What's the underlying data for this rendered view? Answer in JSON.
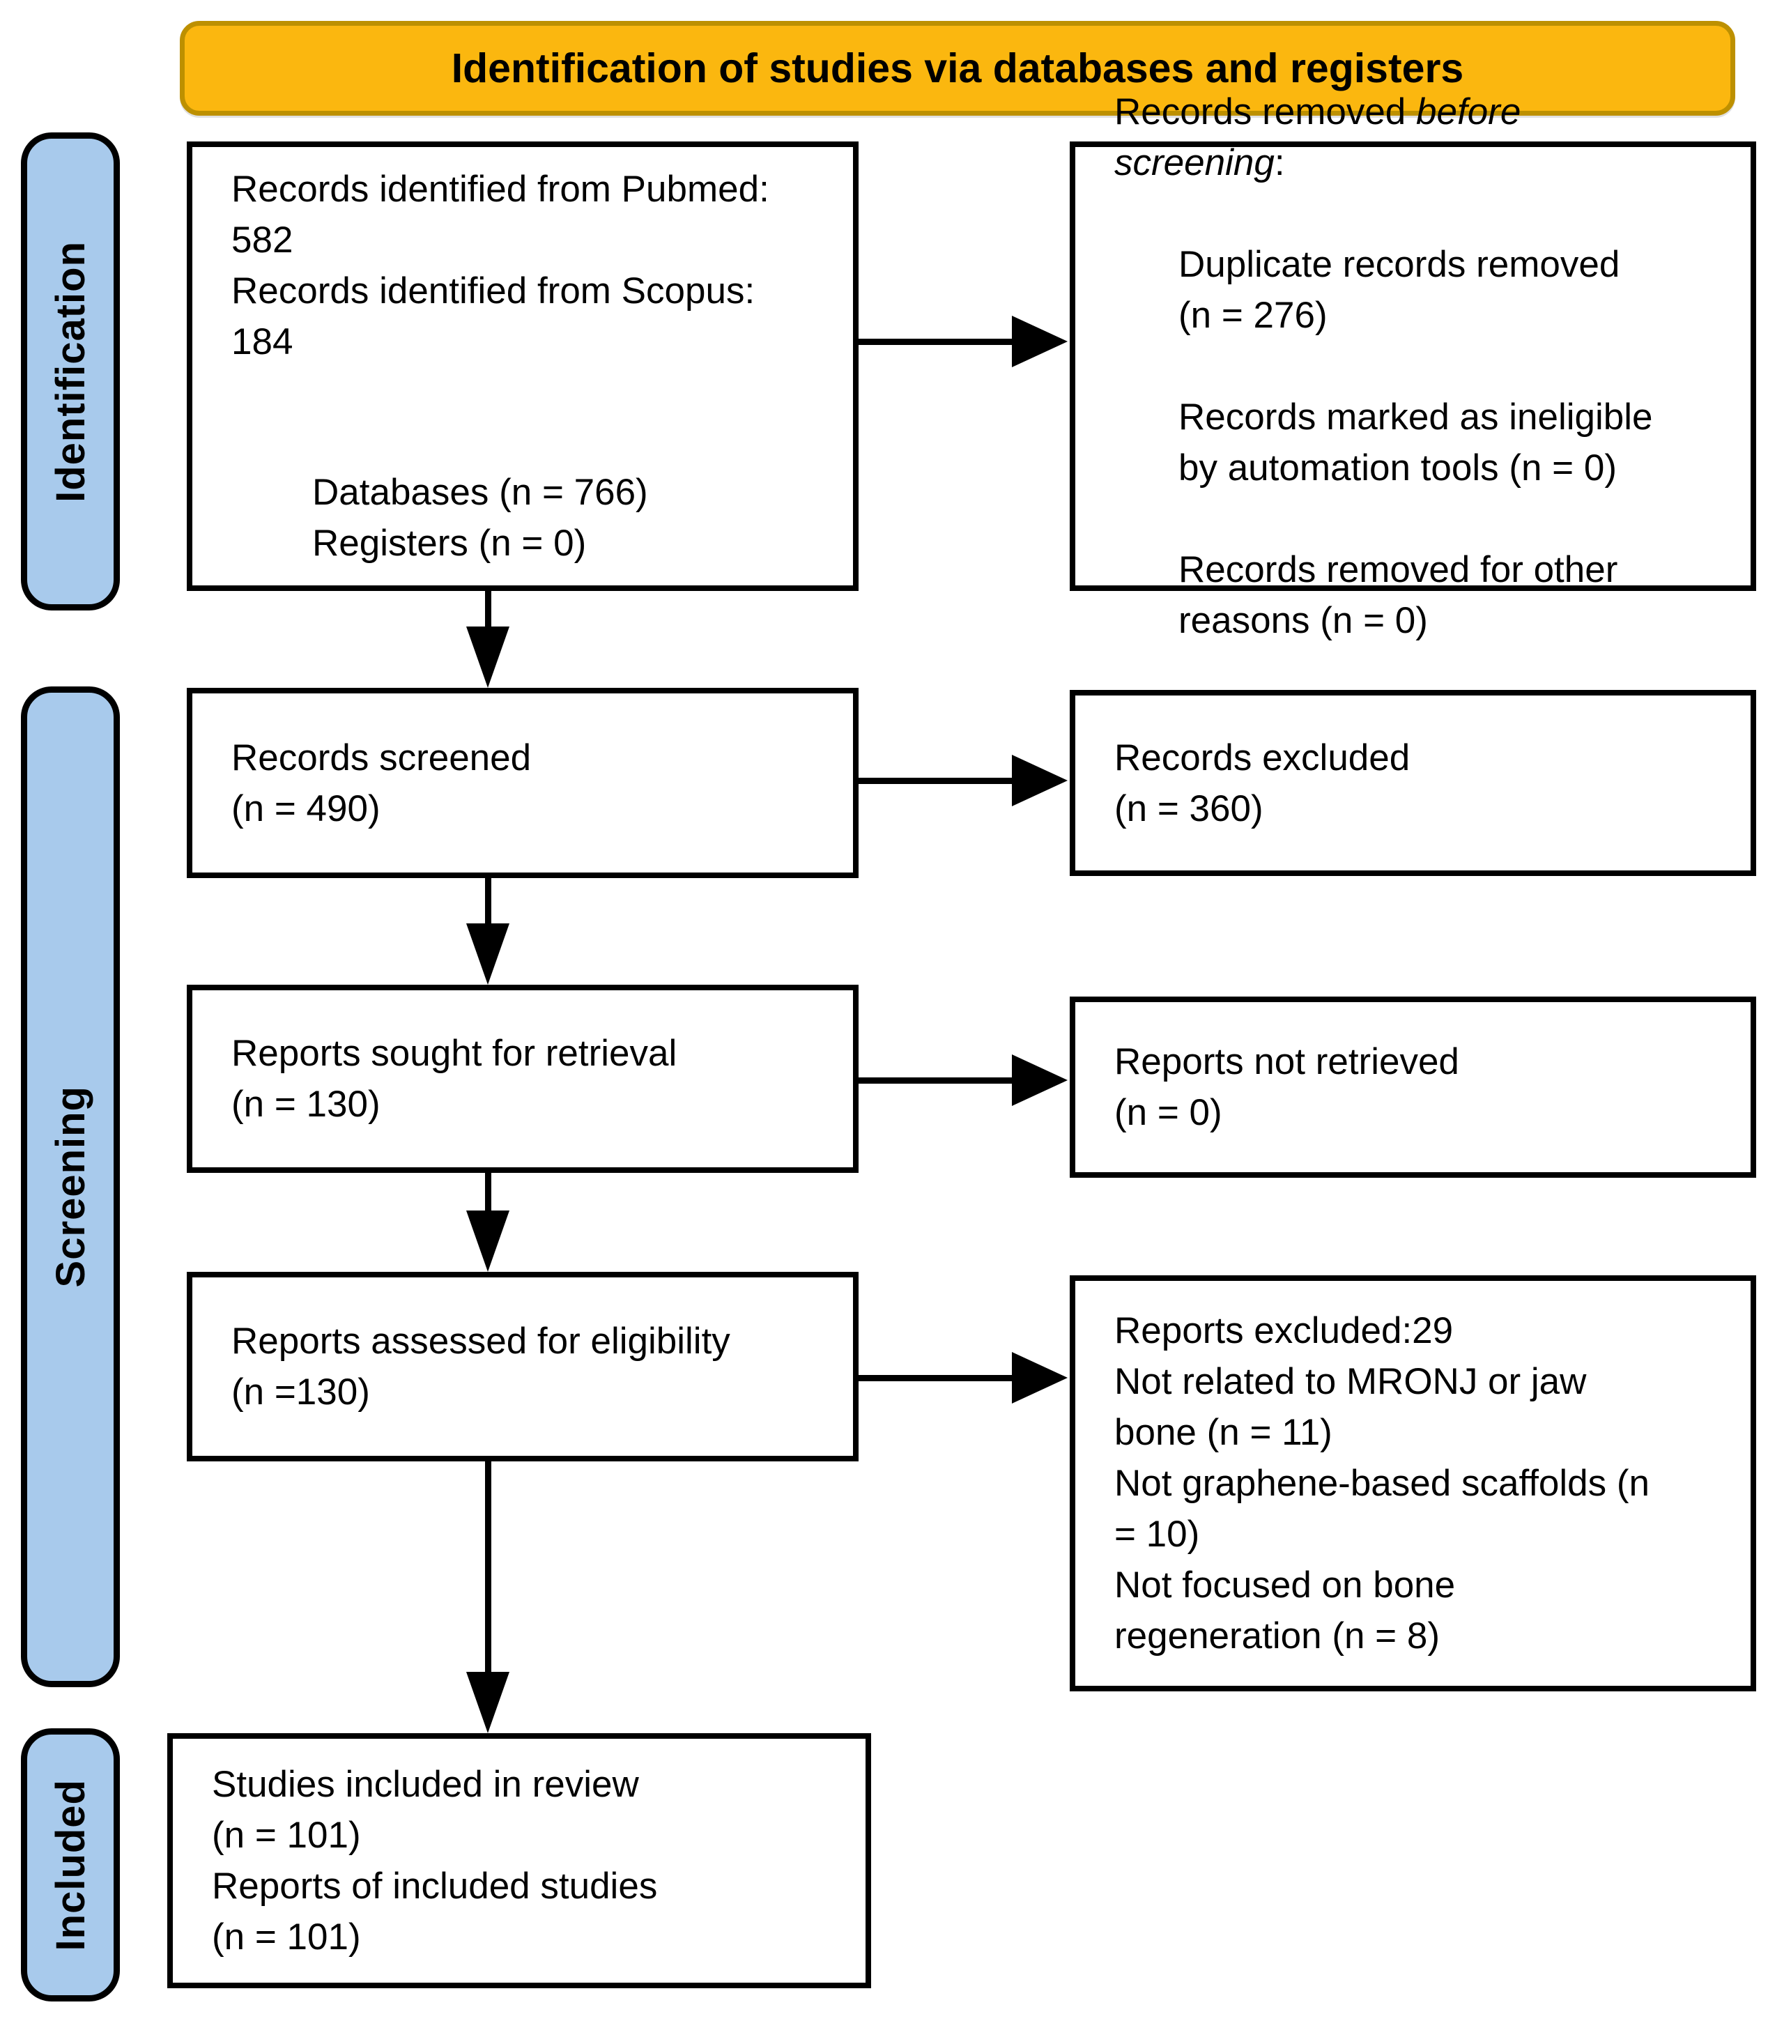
{
  "colors": {
    "banner_fill": "#FBB70F",
    "banner_border": "#BD9000",
    "bar_fill": "#A8CAEC",
    "line_color": "#000000"
  },
  "banner": {
    "title": "Identification of studies via databases and registers"
  },
  "sidebars": {
    "identification": "Identification",
    "screening": "Screening",
    "included": "Included"
  },
  "flow": {
    "records_identified": {
      "main": "Records identified from Pubmed:\n582\nRecords identified from Scopus:\n184",
      "sub": "Databases (n = 766)\nRegisters (n = 0)"
    },
    "records_removed": {
      "lead": "Records removed ",
      "lead_italic": "before\nscreening",
      "lead_colon": ":",
      "items": [
        "Duplicate records removed\n(n = 276)",
        "Records marked as ineligible\nby automation tools (n = 0)",
        "Records removed for other\nreasons (n = 0)"
      ]
    },
    "records_screened": {
      "text": "Records screened\n(n = 490)"
    },
    "records_excluded": {
      "text": "Records excluded\n(n = 360)"
    },
    "reports_sought": {
      "text": "Reports sought for retrieval\n(n = 130)"
    },
    "reports_not_retrieved": {
      "text": "Reports not retrieved\n(n = 0)"
    },
    "reports_assessed": {
      "text": "Reports assessed for eligibility\n(n =130)"
    },
    "reports_excluded_reasons": {
      "text": "Reports excluded:29\nNot related to MRONJ or jaw\nbone (n = 11)\nNot graphene-based scaffolds (n\n= 10)\nNot focused on bone\nregeneration (n = 8)"
    },
    "studies_included": {
      "text": "Studies included in review\n(n = 101)\nReports of included studies\n(n = 101)"
    }
  }
}
